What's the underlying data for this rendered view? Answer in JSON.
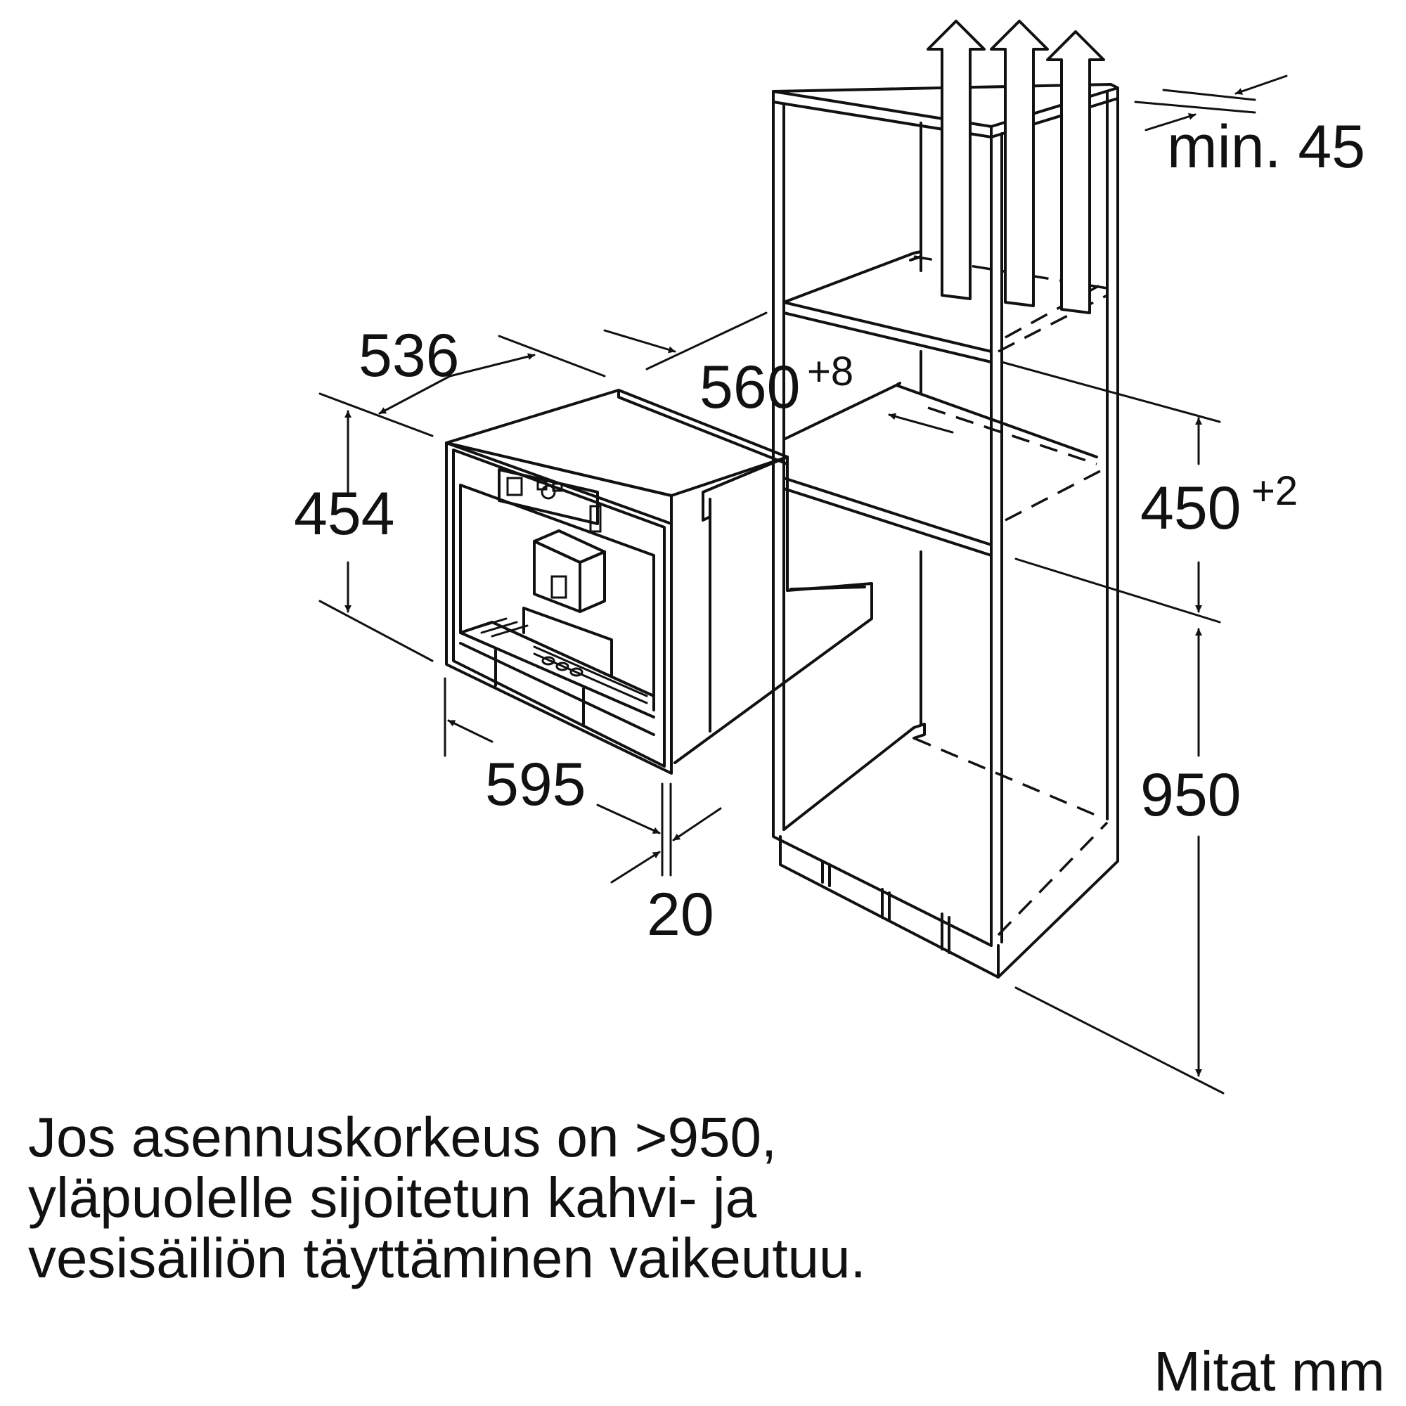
{
  "dimensions": {
    "width_536": "536",
    "height_454": "454",
    "width_595": "595",
    "depth_20": "20",
    "niche_width": {
      "base": "560",
      "tolerance": "+8"
    },
    "niche_height": {
      "base": "450",
      "tolerance": "+2"
    },
    "mounting_height_950": "950",
    "ventilation_min": "min. 45"
  },
  "note": {
    "lines": [
      "Jos asennuskorkeus on >950,",
      "yläpuolelle sijoitetun kahvi- ja",
      "vesisäiliön täyttäminen vaikeutuu."
    ]
  },
  "units_label": "Mitat mm"
}
